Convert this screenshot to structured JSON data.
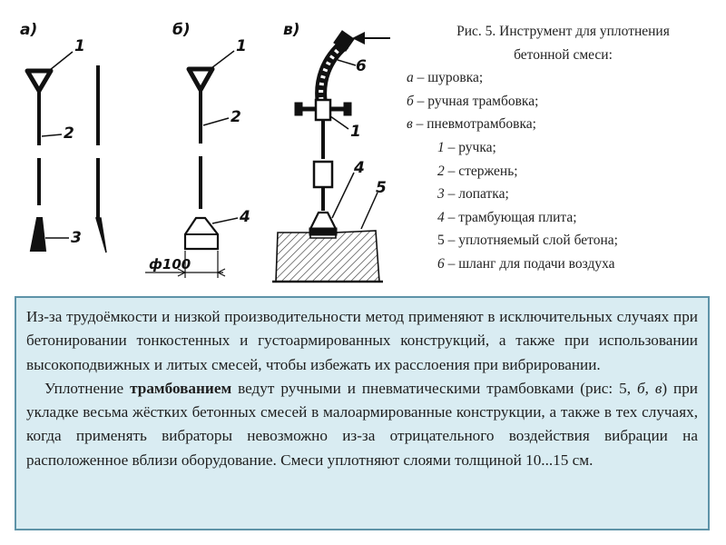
{
  "figure": {
    "panel_labels": [
      "а)",
      "б)",
      "в)"
    ],
    "callouts": [
      "1",
      "2",
      "3",
      "1",
      "2",
      "4",
      "6",
      "1",
      "4",
      "5"
    ],
    "dimension": "ф100"
  },
  "caption": {
    "title_line1": "Рис. 5. Инструмент для уплотнения",
    "title_line2": "бетонной смеси:",
    "items": [
      {
        "key": "а",
        "text": " – шуровка;"
      },
      {
        "key": "б",
        "text": " – ручная трамбовка;"
      },
      {
        "key": "в",
        "text": " – пневмотрамбовка;"
      }
    ],
    "parts": [
      {
        "key": "1",
        "text": " – ручка;"
      },
      {
        "key": "2",
        "text": " –  стержень;"
      },
      {
        "key": "3",
        "text": " – лопатка;"
      },
      {
        "key": "4",
        "text": " – трамбующая плита;"
      },
      {
        "key": "5",
        "text": " – уплотняемый слой бетона;"
      },
      {
        "key": "6",
        "text": " – шланг для подачи воздуха"
      }
    ]
  },
  "body": {
    "p1": "Из-за трудоёмкости и низкой производительности метод применяют в исключительных случаях при бетонировании тонкостенных и густоармированных конструкций, а также при использовании высокоподвижных и литых смесей, чтобы избежать их расслоения при вибрировании.",
    "p2_a": "Уплотнение ",
    "p2_bold": "трамбованием",
    "p2_b": " ведут ручными и пневматическими трамбовками (рис: 5, ",
    "p2_italic": "б, в",
    "p2_c": ") при укладке весьма жёстких бетонных смесей в малоармированные конструкции, а также в тех случаях, когда применять вибраторы невозможно из-за отрицательного воздействия вибрации на расположенное вблизи оборудование. Смеси уплотняют слоями толщиной 10...15 см."
  }
}
